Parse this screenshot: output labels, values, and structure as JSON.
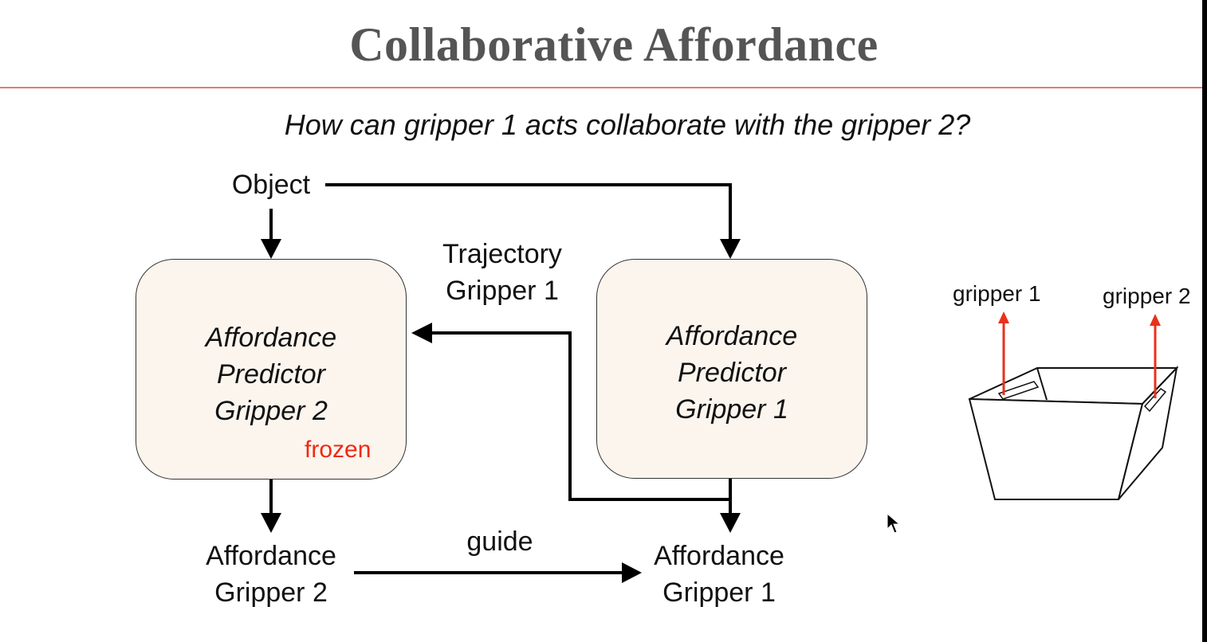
{
  "slide": {
    "title": "Collaborative Affordance",
    "question": "How can gripper 1 acts collaborate with the gripper 2?"
  },
  "diagram": {
    "object_label": "Object",
    "trajectory_label_line1": "Trajectory",
    "trajectory_label_line2": "Gripper 1",
    "guide_label": "guide",
    "predictor2": {
      "line1": "Affordance",
      "line2": "Predictor",
      "line3": "Gripper 2",
      "status": "frozen"
    },
    "predictor1": {
      "line1": "Affordance",
      "line2": "Predictor",
      "line3": "Gripper 1"
    },
    "output2": {
      "line1": "Affordance",
      "line2": "Gripper 2"
    },
    "output1": {
      "line1": "Affordance",
      "line2": "Gripper 1"
    }
  },
  "illustration": {
    "gripper1_label": "gripper 1",
    "gripper2_label": "gripper 2",
    "arrow_color": "#e8321c"
  },
  "colors": {
    "title": "#555555",
    "rule": "#d9826a",
    "box_fill": "#fbf5ee",
    "frozen": "#ee2a12"
  }
}
